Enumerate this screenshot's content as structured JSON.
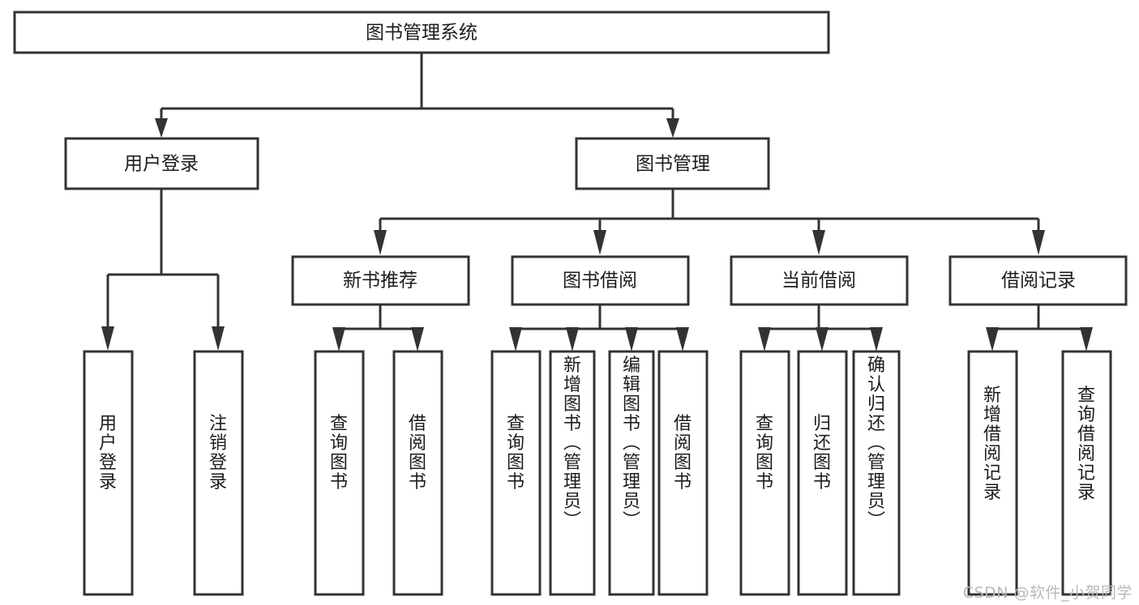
{
  "diagram": {
    "title": "图书管理系统",
    "type": "hierarchy-tree",
    "orientation": "top-down",
    "colors": {
      "box_stroke": "#333333",
      "box_fill": "#ffffff",
      "text": "#1c1c1c",
      "edge": "#333333",
      "background": "#ffffff",
      "watermark": "#b9b9b9"
    },
    "levels": [
      {
        "level": 1,
        "nodes": [
          {
            "id": "root",
            "label": "图书管理系统",
            "text_orientation": "horizontal"
          }
        ]
      },
      {
        "level": 2,
        "nodes": [
          {
            "id": "n2a",
            "label": "用户登录",
            "text_orientation": "horizontal",
            "parent": "root"
          },
          {
            "id": "n2b",
            "label": "图书管理",
            "text_orientation": "horizontal",
            "parent": "root"
          }
        ]
      },
      {
        "level": 3,
        "nodes": [
          {
            "id": "n3a",
            "label": "新书推荐",
            "text_orientation": "horizontal",
            "parent": "n2b"
          },
          {
            "id": "n3b",
            "label": "图书借阅",
            "text_orientation": "horizontal",
            "parent": "n2b"
          },
          {
            "id": "n3c",
            "label": "当前借阅",
            "text_orientation": "horizontal",
            "parent": "n2b"
          },
          {
            "id": "n3d",
            "label": "借阅记录",
            "text_orientation": "horizontal",
            "parent": "n2b"
          }
        ]
      },
      {
        "level": 4,
        "nodes": [
          {
            "id": "l1",
            "label": "用户登录",
            "text_orientation": "vertical",
            "parent": "n2a"
          },
          {
            "id": "l2",
            "label": "注销登录",
            "text_orientation": "vertical",
            "parent": "n2a"
          },
          {
            "id": "l3",
            "label": "查询图书",
            "text_orientation": "vertical",
            "parent": "n3a"
          },
          {
            "id": "l4",
            "label": "借阅图书",
            "text_orientation": "vertical",
            "parent": "n3a"
          },
          {
            "id": "l5",
            "label": "查询图书",
            "text_orientation": "vertical",
            "parent": "n3b"
          },
          {
            "id": "l6",
            "label": "新增图书（管理员）",
            "text_orientation": "vertical",
            "parent": "n3b"
          },
          {
            "id": "l7",
            "label": "编辑图书（管理员）",
            "text_orientation": "vertical",
            "parent": "n3b"
          },
          {
            "id": "l8",
            "label": "借阅图书",
            "text_orientation": "vertical",
            "parent": "n3b"
          },
          {
            "id": "l9",
            "label": "查询图书",
            "text_orientation": "vertical",
            "parent": "n3c"
          },
          {
            "id": "l10",
            "label": "归还图书",
            "text_orientation": "vertical",
            "parent": "n3c"
          },
          {
            "id": "l11",
            "label": "确认归还（管理员）",
            "text_orientation": "vertical",
            "parent": "n3c"
          },
          {
            "id": "l12",
            "label": "新增借阅记录",
            "text_orientation": "vertical",
            "parent": "n3d"
          },
          {
            "id": "l13",
            "label": "查询借阅记录",
            "text_orientation": "vertical",
            "parent": "n3d"
          }
        ]
      }
    ]
  },
  "watermark": {
    "text": "CSDN @软件_小贺同学"
  }
}
